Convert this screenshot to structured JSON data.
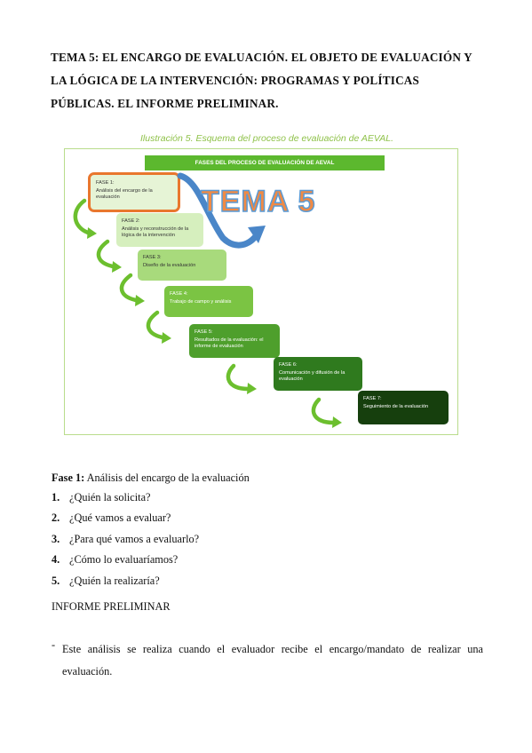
{
  "document": {
    "title": "TEMA 5: EL ENCARGO DE EVALUACIÓN. EL OBJETO DE EVALUACIÓN Y LA LÓGICA DE LA INTERVENCIÓN: PROGRAMAS Y POLÍTICAS PÚBLICAS. EL INFORME PRELIMINAR.",
    "figure": {
      "caption": "Ilustración 5. Esquema del proceso de evaluación de AEVAL.",
      "header": "FASES DEL PROCESO DE EVALUACIÓN DE AEVAL",
      "overlay_label": "TEMA 5",
      "phases": [
        {
          "num": "FASE 1:",
          "desc": "Análisis del encargo de la evaluación"
        },
        {
          "num": "FASE 2:",
          "desc": "Análisis y reconstrucción de la lógica de la intervención"
        },
        {
          "num": "FASE 3:",
          "desc": "Diseño de la evaluación"
        },
        {
          "num": "FASE 4:",
          "desc": "Trabajo de campo y análisis"
        },
        {
          "num": "FASE 5:",
          "desc": "Resultados de la evaluación: el informe de evaluación"
        },
        {
          "num": "FASE 6:",
          "desc": "Comunicación y difusión de la evaluación"
        },
        {
          "num": "FASE 7:",
          "desc": "Seguimiento de la evaluación"
        }
      ],
      "colors": {
        "highlight_border": "#e9772e",
        "arrow_green": "#6cbf2e",
        "arrow_blue": "#4a86c8"
      }
    },
    "phase_heading": {
      "label": "Fase 1:",
      "text": " Análisis del encargo de la evaluación"
    },
    "questions": [
      {
        "num": "1.",
        "text": "¿Quién la solicita?"
      },
      {
        "num": "2.",
        "text": "¿Qué vamos a evaluar?"
      },
      {
        "num": "3.",
        "text": "¿Para qué vamos a evaluarlo?"
      },
      {
        "num": "4.",
        "text": "¿Cómo lo evaluaríamos?"
      },
      {
        "num": "5.",
        "text": "¿Quién la realizaría?"
      }
    ],
    "informe_heading": "INFORME PRELIMINAR",
    "bullet": {
      "dash": "-",
      "text": "Este análisis se realiza cuando el evaluador recibe el encargo/mandato de realizar una evaluación."
    }
  }
}
